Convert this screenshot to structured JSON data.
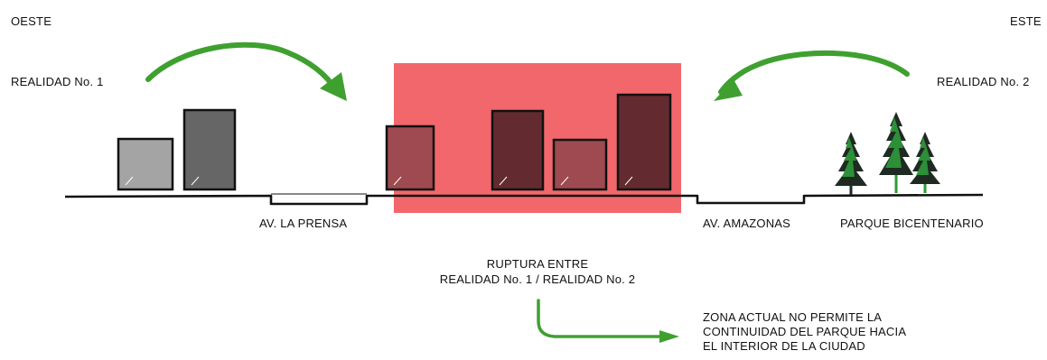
{
  "labels": {
    "west": "OESTE",
    "east": "ESTE",
    "reality1": "REALIDAD  No. 1",
    "reality2": "REALIDAD  No. 2",
    "av_la_prensa": "AV. LA PRENSA",
    "av_amazonas": "AV. AMAZONAS",
    "parque": "PARQUE BICENTENARIO",
    "rupture_line1": "RUPTURA ENTRE",
    "rupture_line2": "REALIDAD  No. 1  /  REALIDAD  No. 2",
    "zone_line1": "ZONA ACTUAL NO PERMITE LA",
    "zone_line2": "CONTINUIDAD DEL PARQUE HACIA",
    "zone_line3": "EL INTERIOR DE LA CIUDAD"
  },
  "colors": {
    "rupture_zone": "#f2676c",
    "building_light": "#a4a4a4",
    "building_dark": "#666666",
    "building_red_dark": "#632b30",
    "building_red_light": "#9e4a50",
    "arrow_green": "#3fa030",
    "tree_green": "#2f9a3a",
    "tree_dark": "#1f2a22",
    "ground": "#111111"
  },
  "icons": [
    "curved-arrow-icon",
    "tree-icon",
    "bent-arrow-icon"
  ]
}
